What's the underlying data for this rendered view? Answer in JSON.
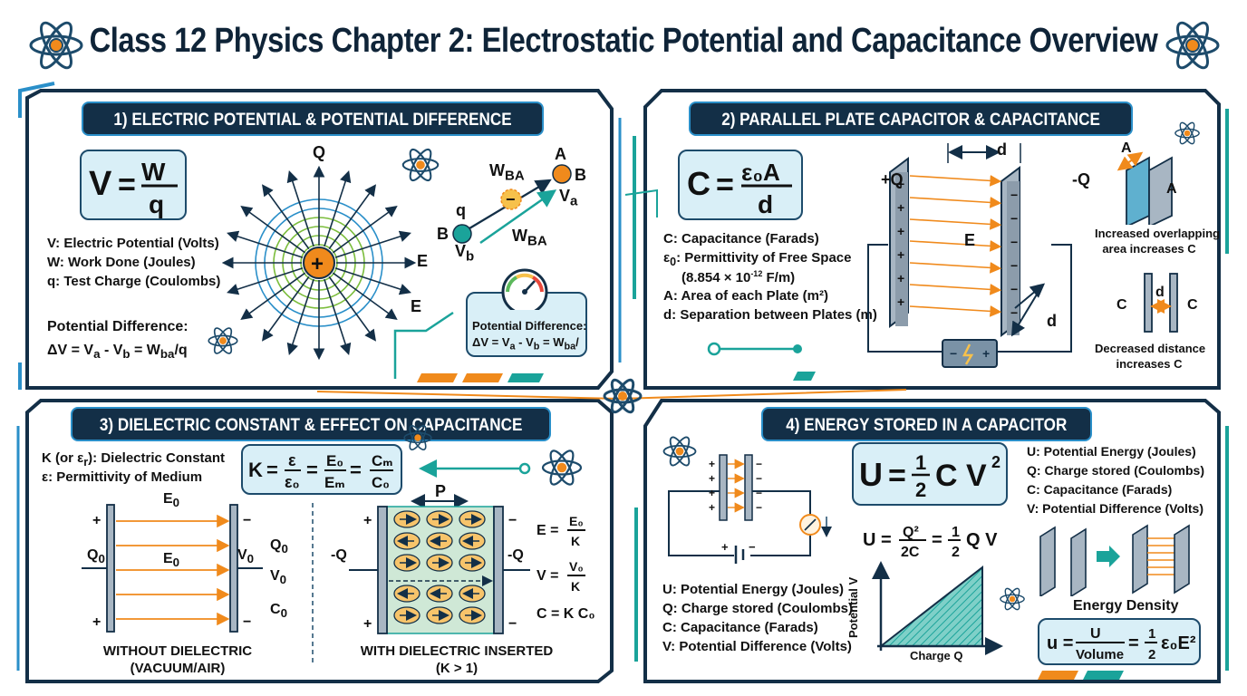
{
  "title": "Class 12 Physics Chapter 2: Electrostatic Potential and Capacitance Overview",
  "panels": {
    "p1": {
      "header": "1) ELECTRIC POTENTIAL & POTENTIAL DIFFERENCE",
      "legend": [
        "V: Electric Potential (Volts)",
        "W: Work Done (Joules)",
        "q: Test Charge (Coulombs)"
      ],
      "pd_title": "Potential Difference:",
      "pd_formula": "ΔV = Va - Vb = Wba/q",
      "gauge_title": "Potential Difference:",
      "gauge_formula": "ΔV = Va - Vb = Wba/",
      "labels": {
        "q_top": "Q",
        "e1": "E",
        "e2": "E",
        "a": "A",
        "b_right": "B",
        "b_left": "B",
        "q_small": "q",
        "va": "Va",
        "vb": "Vb",
        "wba1": "WBA",
        "wba2": "WBA"
      }
    },
    "p2": {
      "header": "2) PARALLEL PLATE CAPACITOR & CAPACITANCE",
      "legend": [
        "C: Capacitance (Farads)",
        "ε0: Permittivity of Free Space",
        "(8.854 × 10-12 F/m)",
        "A: Area of each Plate (m²)",
        "d: Separation between Plates (m)"
      ],
      "labels": {
        "plus_q": "+Q",
        "minus_q": "-Q",
        "d_top": "d",
        "d_side": "d",
        "e": "E",
        "a1": "A",
        "a2": "A",
        "c1": "C",
        "c2": "C",
        "d_small": "d"
      },
      "note_area": [
        "Increased overlapping",
        "area increases C"
      ],
      "note_dist": [
        "Decreased distance",
        "increases C"
      ]
    },
    "p3": {
      "header": "3) DIELECTRIC CONSTANT & EFFECT ON CAPACITANCE",
      "legend": [
        "K (or εr): Dielectric Constant",
        "ε: Permittivity of Medium"
      ],
      "labels": {
        "e0a": "E0",
        "e0b": "E0",
        "q0": "Q0",
        "v0": "V0",
        "q0r": "Q0",
        "v0r": "V0",
        "c0r": "C0",
        "p": "P",
        "mq": "-Q",
        "mq2": "-Q",
        "e_eq": "E = E0/K",
        "v_eq": "V = V0/K",
        "c_eq": "C = K C0"
      },
      "caption_left": [
        "WITHOUT DIELECTRIC",
        "(VACUUM/AIR)"
      ],
      "caption_right": [
        "WITH DIELECTRIC INSERTED",
        "(K > 1)"
      ]
    },
    "p4": {
      "header": "4) ENERGY STORED IN A CAPACITOR",
      "legend_top": [
        "U: Potential Energy (Joules)",
        "Q: Charge stored (Coulombs)",
        "C: Capacitance (Farads)",
        "V: Potential Difference (Volts)"
      ],
      "legend_bottom": [
        "U: Potential Energy (Joules)",
        "Q: Charge stored (Coulombs)",
        "C: Capacitance (Farads)",
        "V: Potential Difference (Volts)"
      ],
      "graph": {
        "xlabel": "Charge Q",
        "ylabel": "Potential V"
      },
      "energy_density": "Energy Density"
    }
  },
  "colors": {
    "navy": "#132f47",
    "teal": "#1aa39a",
    "blue": "#2a8fc9",
    "orange": "#f08a1c",
    "formula_bg": "#d9eff7",
    "green": "#5cb85c"
  }
}
